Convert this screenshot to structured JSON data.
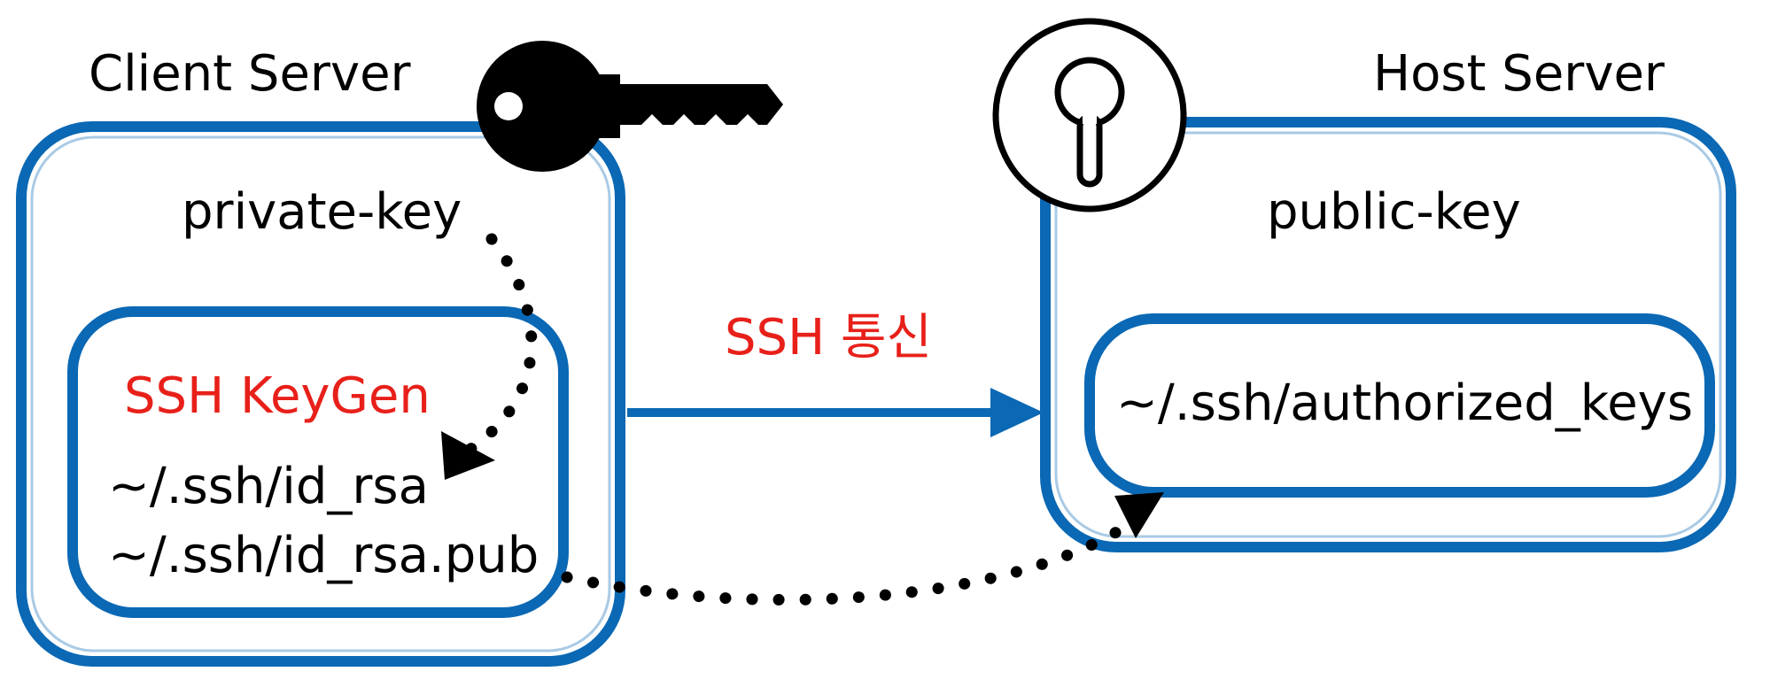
{
  "client": {
    "title": "Client Server",
    "key_label": "private-key",
    "tool_label": "SSH KeyGen",
    "files": [
      "~/.ssh/id_rsa",
      "~/.ssh/id_rsa.pub"
    ]
  },
  "host": {
    "title": "Host Server",
    "key_label": "public-key",
    "file": "~/.ssh/authorized_keys"
  },
  "connection": {
    "label": "SSH 통신"
  },
  "icons": {
    "client_icon": "key-icon",
    "host_icon": "keyhole-lock-icon"
  },
  "colors": {
    "box_blue": "#0a68b4",
    "highlight_red": "#e8201a",
    "text": "#000000"
  }
}
